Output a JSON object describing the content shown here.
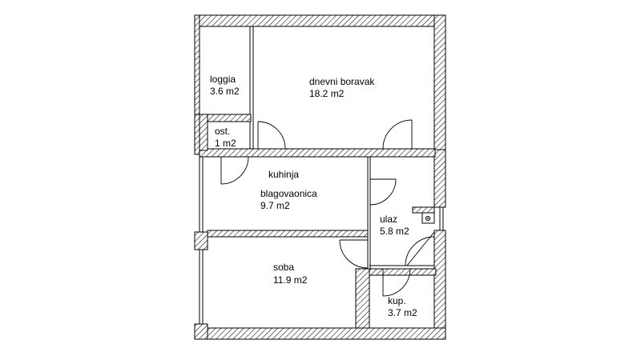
{
  "rooms": {
    "loggia": {
      "name": "loggia",
      "area": "3.6 m2"
    },
    "dnevni_boravak": {
      "name": "dnevni boravak",
      "area": "18.2 m2"
    },
    "ost": {
      "name": "ost.",
      "area": "1 m2"
    },
    "kuhinja": {
      "name": "kuhinja",
      "name2": "blagovaonica",
      "area": "9.7 m2"
    },
    "ulaz": {
      "name": "ulaz",
      "area": "5.8 m2"
    },
    "soba": {
      "name": "soba",
      "area": "11.9 m2"
    },
    "kupaonica": {
      "name": "kup.",
      "area": "3.7 m2"
    }
  },
  "colors": {
    "wall_line": "#000000",
    "background": "#ffffff"
  }
}
